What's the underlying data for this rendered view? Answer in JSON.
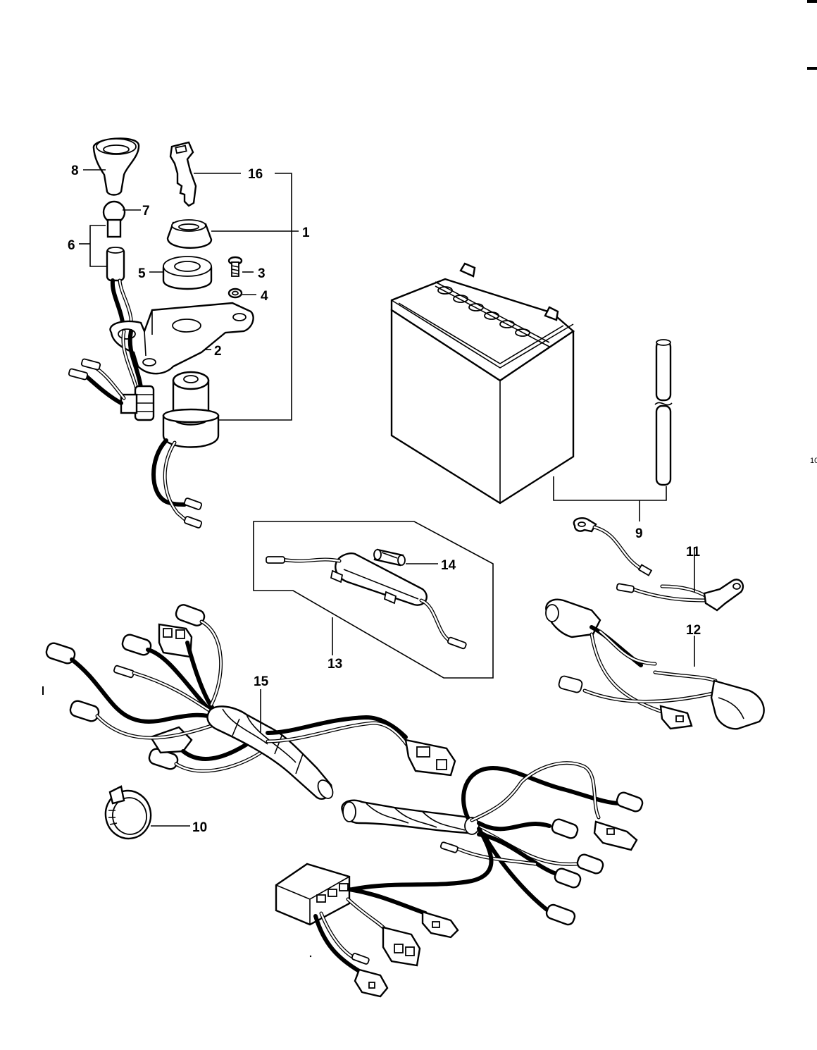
{
  "diagram": {
    "callouts": [
      {
        "id": "c1",
        "text": "1"
      },
      {
        "id": "c2",
        "text": "2"
      },
      {
        "id": "c3",
        "text": "3"
      },
      {
        "id": "c4",
        "text": "4"
      },
      {
        "id": "c5",
        "text": "5"
      },
      {
        "id": "c6",
        "text": "6"
      },
      {
        "id": "c7",
        "text": "7"
      },
      {
        "id": "c8",
        "text": "8"
      },
      {
        "id": "c9",
        "text": "9"
      },
      {
        "id": "c10",
        "text": "10"
      },
      {
        "id": "c11",
        "text": "11"
      },
      {
        "id": "c12",
        "text": "12"
      },
      {
        "id": "c13",
        "text": "13"
      },
      {
        "id": "c14",
        "text": "14"
      },
      {
        "id": "c15",
        "text": "15"
      },
      {
        "id": "c16",
        "text": "16"
      }
    ],
    "edge_marks": {
      "right_fragment": "10"
    }
  }
}
